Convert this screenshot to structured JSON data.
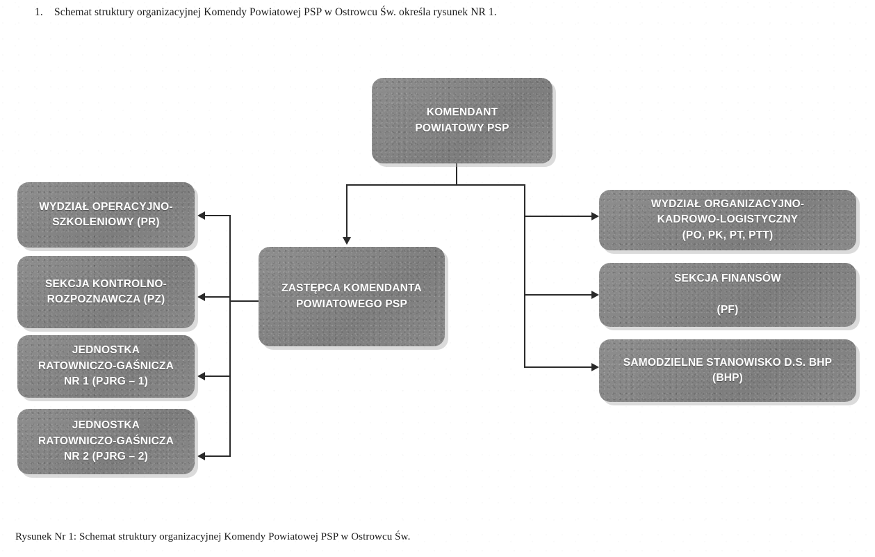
{
  "document": {
    "intro_number": "1.",
    "intro_text": "Schemat struktury organizacyjnej Komendy Powiatowej PSP w Ostrowcu Św. określa rysunek NR 1.",
    "caption": "Rysunek Nr 1: Schemat struktury organizacyjnej Komendy Powiatowej PSP w Ostrowcu Św."
  },
  "colors": {
    "box_fill": "#868686",
    "box_text": "#ffffff",
    "connector": "#2a2a2a",
    "page_background": "#ffffff",
    "box_shadow": "#aaaaaa"
  },
  "chart_data": {
    "type": "diagram",
    "subtype": "org-chart",
    "title": "Schemat struktury organizacyjnej Komendy Powiatowej PSP w Ostrowcu Św.",
    "orientation": "top-down with lateral branches",
    "nodes": [
      {
        "id": "komendant",
        "label": "KOMENDANT\nPOWIATOWY PSP",
        "level": 0,
        "column": "center"
      },
      {
        "id": "zastepca",
        "label": "ZASTĘPCA KOMENDANTA\nPOWIATOWEGO PSP",
        "level": 1,
        "column": "center"
      },
      {
        "id": "pr",
        "label": "WYDZIAŁ OPERACYJNO-\nSZKOLENIOWY (PR)",
        "level": 2,
        "column": "left"
      },
      {
        "id": "pz",
        "label": "SEKCJA KONTROLNO-\nROZPOZNAWCZA (PZ)",
        "level": 2,
        "column": "left"
      },
      {
        "id": "pjrg1",
        "label": "JEDNOSTKA\nRATOWNICZO-GAŚNICZA\nNR 1 (PJRG – 1)",
        "level": 2,
        "column": "left"
      },
      {
        "id": "pjrg2",
        "label": "JEDNOSTKA\nRATOWNICZO-GAŚNICZA\nNR 2 (PJRG – 2)",
        "level": 2,
        "column": "left"
      },
      {
        "id": "poPkPtPtt",
        "label": "WYDZIAŁ ORGANIZACYJNO-\nKADROWO-LOGISTYCZNY\n(PO, PK, PT, PTT)",
        "level": 2,
        "column": "right"
      },
      {
        "id": "pf",
        "label": "SEKCJA FINANSÓW\n\n(PF)",
        "level": 2,
        "column": "right"
      },
      {
        "id": "bhp",
        "label": "SAMODZIELNE STANOWISKO D.S. BHP\n(BHP)",
        "level": 2,
        "column": "right"
      }
    ],
    "edges": [
      {
        "from": "komendant",
        "to": "zastepca",
        "style": "orthogonal",
        "arrow": "down"
      },
      {
        "from": "komendant",
        "to": "poPkPtPtt",
        "style": "orthogonal",
        "arrow": "right"
      },
      {
        "from": "komendant",
        "to": "pf",
        "style": "orthogonal",
        "arrow": "right"
      },
      {
        "from": "komendant",
        "to": "bhp",
        "style": "orthogonal",
        "arrow": "right"
      },
      {
        "from": "zastepca",
        "to": "pr",
        "style": "orthogonal",
        "arrow": "left"
      },
      {
        "from": "zastepca",
        "to": "pz",
        "style": "orthogonal",
        "arrow": "left"
      },
      {
        "from": "zastepca",
        "to": "pjrg1",
        "style": "orthogonal",
        "arrow": "left"
      },
      {
        "from": "zastepca",
        "to": "pjrg2",
        "style": "orthogonal",
        "arrow": "left"
      }
    ]
  }
}
